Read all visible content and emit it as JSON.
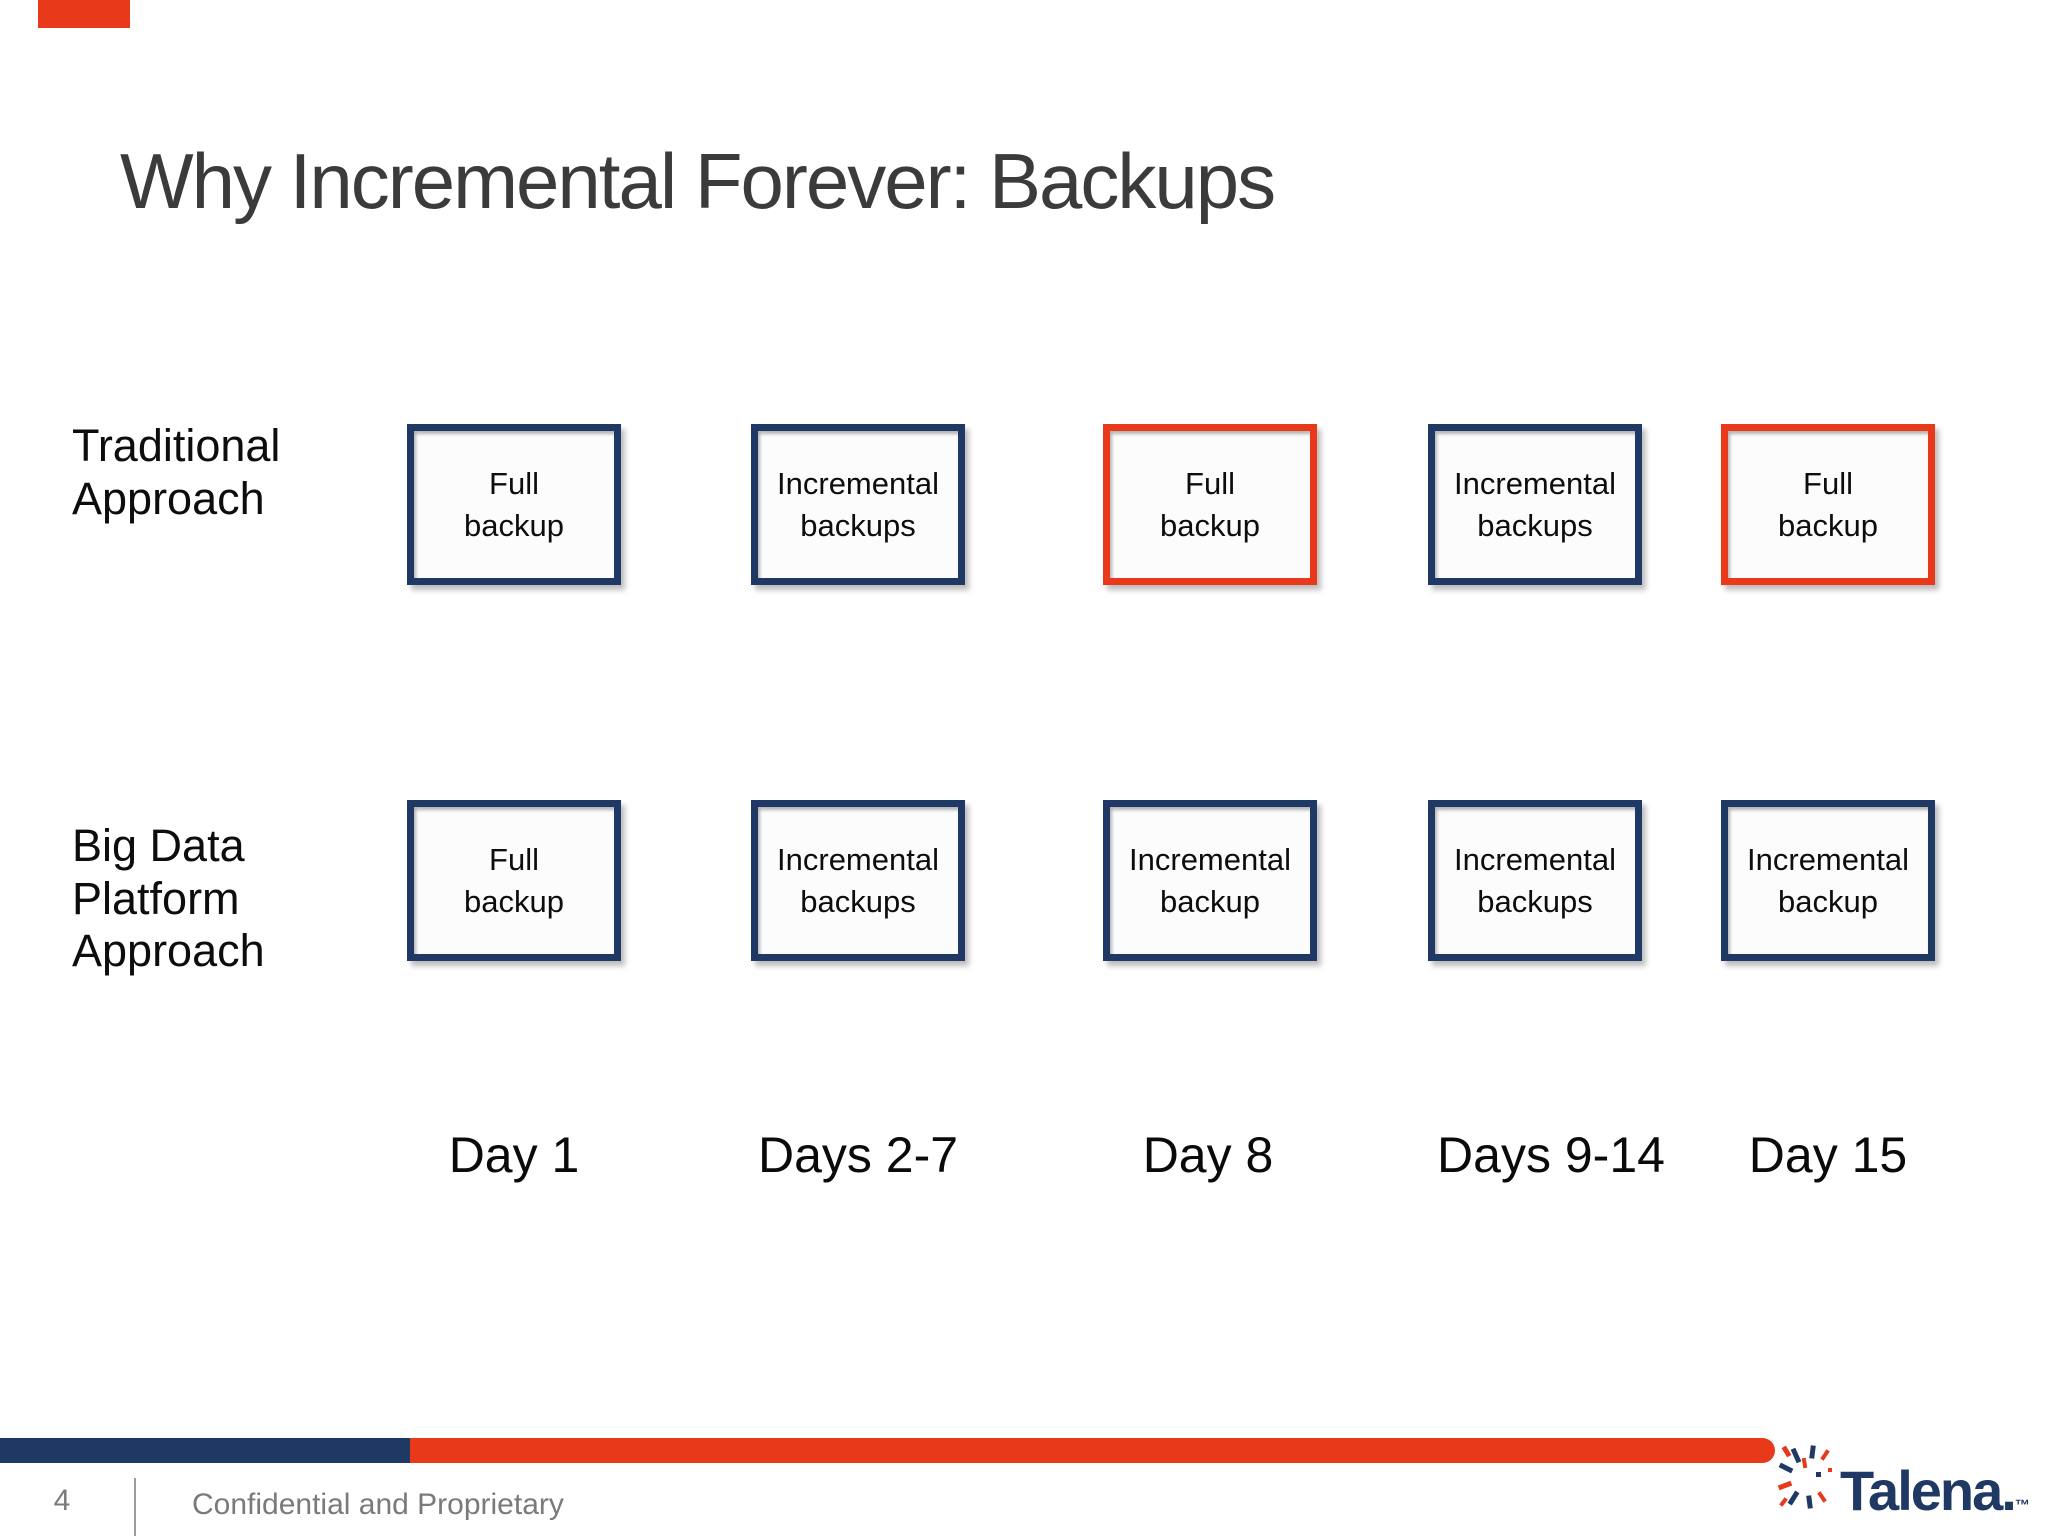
{
  "title": "Why Incremental Forever: Backups",
  "colors": {
    "navy": "#1f3864",
    "red": "#e8391b",
    "title_gray": "#3b3b3b",
    "footer_gray": "#7a7a7a",
    "box_fill": "#fcfcfc"
  },
  "rows": [
    {
      "label": "Traditional\nApproach",
      "boxes": [
        {
          "text": "Full\nbackup",
          "accent": "navy"
        },
        {
          "text": "Incremental\nbackups",
          "accent": "navy"
        },
        {
          "text": "Full\nbackup",
          "accent": "red"
        },
        {
          "text": "Incremental\nbackups",
          "accent": "navy"
        },
        {
          "text": "Full\nbackup",
          "accent": "red"
        }
      ]
    },
    {
      "label": "Big Data\nPlatform\nApproach",
      "boxes": [
        {
          "text": "Full\nbackup",
          "accent": "navy"
        },
        {
          "text": "Incremental\nbackups",
          "accent": "navy"
        },
        {
          "text": "Incremental\nbackup",
          "accent": "navy"
        },
        {
          "text": "Incremental\nbackups",
          "accent": "navy"
        },
        {
          "text": "Incremental\nbackup",
          "accent": "navy"
        }
      ]
    }
  ],
  "day_labels": [
    "Day 1",
    "Days 2-7",
    "Day 8",
    "Days 9-14",
    "Day 15"
  ],
  "footer": {
    "page_number": "4",
    "note": "Confidential and Proprietary",
    "logo_text": "Talena.",
    "logo_tm": "™"
  }
}
